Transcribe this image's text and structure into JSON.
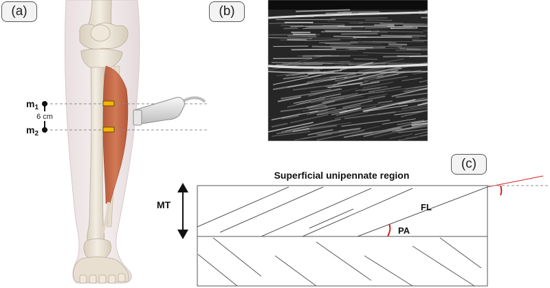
{
  "panels": {
    "a": {
      "label": "(a)"
    },
    "b": {
      "label": "(b)"
    },
    "c": {
      "label": "(c)"
    }
  },
  "panel_a": {
    "marker_1": {
      "base": "m",
      "sub": "1"
    },
    "marker_2": {
      "base": "m",
      "sub": "2"
    },
    "distance": "6 cm"
  },
  "panel_c": {
    "title": "Superficial unipennate region",
    "thickness_label": "MT",
    "fascicle_label": "FL",
    "angle_label": "PA",
    "accent_color": "#cc1f1f"
  },
  "colors": {
    "muscle": "#c96a48",
    "probe_marker": "#f2b705",
    "bone": "#ece4d6"
  }
}
